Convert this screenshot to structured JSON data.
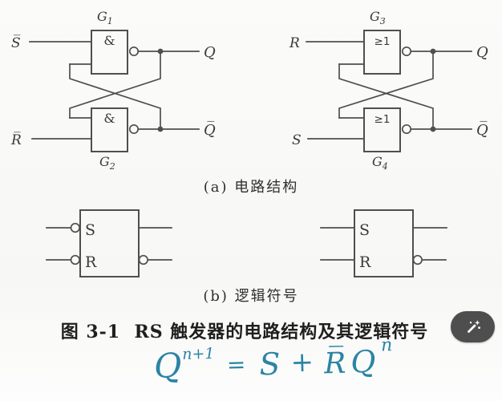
{
  "circuit_a": {
    "caption": "(a) 电路结构",
    "left": {
      "gate_top": {
        "label": "G",
        "sub": "1",
        "symbol": "&"
      },
      "gate_bottom": {
        "label": "G",
        "sub": "2",
        "symbol": "&"
      },
      "input_top": "S̅",
      "input_bottom": "R̅",
      "output_top": "Q",
      "output_bottom": "Q̅"
    },
    "right": {
      "gate_top": {
        "label": "G",
        "sub": "3",
        "symbol": "≥1"
      },
      "gate_bottom": {
        "label": "G",
        "sub": "4",
        "symbol": "≥1"
      },
      "input_top": "R",
      "input_bottom": "S",
      "output_top": "Q",
      "output_bottom": "Q̅"
    }
  },
  "circuit_b": {
    "caption": "(b) 逻辑符号",
    "left_symbol": {
      "set_label": "S",
      "reset_label": "R"
    },
    "right_symbol": {
      "set_label": "S",
      "reset_label": "R"
    }
  },
  "figure_caption": "图 3-1  RS 触发器的电路结构及其逻辑符号",
  "formula": {
    "term1_base": "Q",
    "term1_sup": "n+1",
    "equals": "=",
    "term2": "S",
    "plus": "+",
    "term3": "R̅",
    "term4_base": "Q",
    "term4_sup": "n"
  },
  "icons": {
    "edit_button": "magic-wand-icon"
  },
  "colors": {
    "wire": "#4f4f4f",
    "text": "#3a3a3a",
    "formula_ink": "#2b84a4",
    "button_bg": "#4e4e4e",
    "paper": "#fafaf8"
  }
}
